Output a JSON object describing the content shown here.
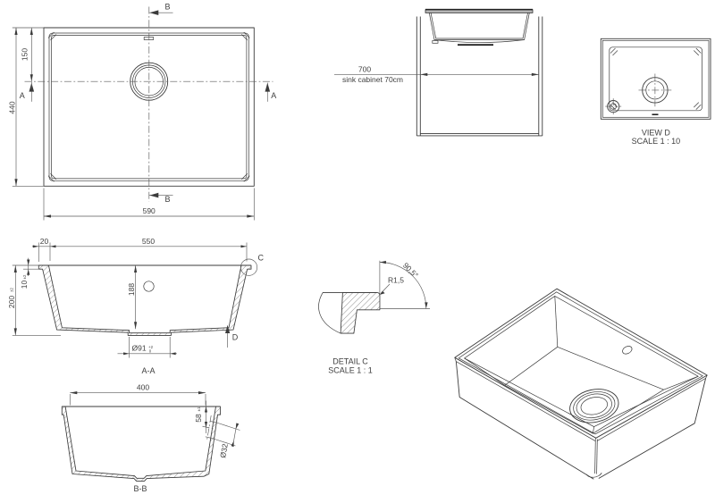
{
  "top_view": {
    "dim_height": "440",
    "dim_drain_offset": "150",
    "dim_width": "590",
    "section_b": "B",
    "section_a": "A"
  },
  "cabinet": {
    "dim": "700",
    "caption": "sink cabinet 70cm"
  },
  "view_d": {
    "title": "VIEW D",
    "scale": "SCALE 1 : 10"
  },
  "section_aa": {
    "title": "A-A",
    "dim_lip_width": "20",
    "dim_inner_width": "550",
    "dim_lip_height": "10",
    "dim_lip_height_tol": "±2",
    "dim_height": "200",
    "dim_height_tol": "±2",
    "dim_depth": "188",
    "dim_drain": "Ø91",
    "dim_drain_tol_upper": "+2",
    "dim_drain_tol_lower": "0",
    "detail_label": "C",
    "view_label": "D"
  },
  "detail_c": {
    "title": "DETAIL C",
    "scale": "SCALE 1 : 1",
    "radius": "R1,5",
    "angle": "90,5°"
  },
  "section_bb": {
    "title": "B-B",
    "dim_width": "400",
    "dim_overflow_offset": "58",
    "dim_overflow_offset_tol": "±1",
    "dim_overflow": "Ø32"
  }
}
